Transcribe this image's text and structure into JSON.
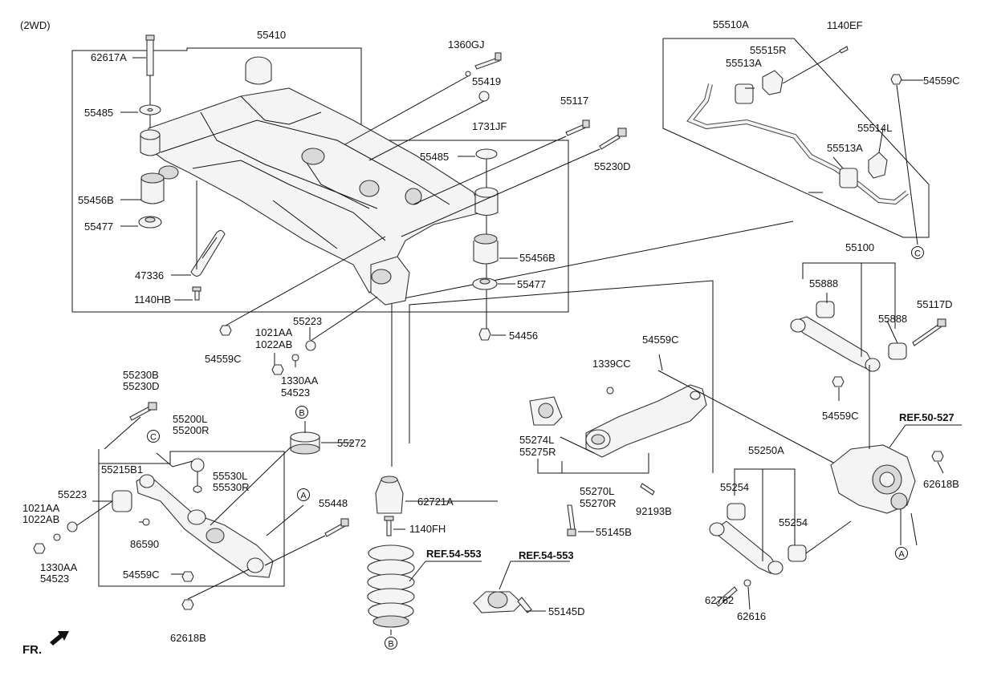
{
  "header": {
    "variant": "(2WD)"
  },
  "footer": {
    "front_marker": "FR."
  },
  "labels": [
    {
      "id": "l1",
      "text": "55410"
    },
    {
      "id": "l2",
      "text": "62617A"
    },
    {
      "id": "l3",
      "text": "55485"
    },
    {
      "id": "l4",
      "text": "55456B"
    },
    {
      "id": "l5",
      "text": "55477"
    },
    {
      "id": "l6",
      "text": "47336"
    },
    {
      "id": "l7",
      "text": "1140HB"
    },
    {
      "id": "l8",
      "text": "1360GJ"
    },
    {
      "id": "l9",
      "text": "55419"
    },
    {
      "id": "l10",
      "text": "1731JF"
    },
    {
      "id": "l11",
      "text": "55117"
    },
    {
      "id": "l12",
      "text": "55485"
    },
    {
      "id": "l13",
      "text": "55230D"
    },
    {
      "id": "l14",
      "text": "55456B"
    },
    {
      "id": "l15",
      "text": "55477"
    },
    {
      "id": "l16",
      "text": "54456"
    },
    {
      "id": "l17",
      "text": "54559C"
    },
    {
      "id": "l18",
      "text": "55223"
    },
    {
      "id": "l19",
      "text": "1021AA"
    },
    {
      "id": "l20",
      "text": "1022AB"
    },
    {
      "id": "l21",
      "text": "1330AA"
    },
    {
      "id": "l22",
      "text": "54523"
    },
    {
      "id": "l23",
      "text": "55510A"
    },
    {
      "id": "l24",
      "text": "1140EF"
    },
    {
      "id": "l25",
      "text": "55515R"
    },
    {
      "id": "l26",
      "text": "55513A"
    },
    {
      "id": "l27",
      "text": "54559C"
    },
    {
      "id": "l28",
      "text": "55514L"
    },
    {
      "id": "l29",
      "text": "55513A"
    },
    {
      "id": "l30",
      "text": "55100"
    },
    {
      "id": "l31",
      "text": "55888"
    },
    {
      "id": "l32",
      "text": "55117D"
    },
    {
      "id": "l33",
      "text": "55888"
    },
    {
      "id": "l34",
      "text": "54559C"
    },
    {
      "id": "l35",
      "text": "54559C"
    },
    {
      "id": "l36",
      "text": "1339CC"
    },
    {
      "id": "l37",
      "text": "55274L"
    },
    {
      "id": "l38",
      "text": "55275R"
    },
    {
      "id": "l39",
      "text": "55270L"
    },
    {
      "id": "l40",
      "text": "55270R"
    },
    {
      "id": "l41",
      "text": "92193B"
    },
    {
      "id": "l42",
      "text": "55145B"
    },
    {
      "id": "l43",
      "text": "55250A"
    },
    {
      "id": "l44",
      "text": "55254"
    },
    {
      "id": "l45",
      "text": "55254"
    },
    {
      "id": "l46",
      "text": "62618B"
    },
    {
      "id": "l47",
      "text": "62762"
    },
    {
      "id": "l48",
      "text": "62616"
    },
    {
      "id": "l49",
      "text": "55230B"
    },
    {
      "id": "l50",
      "text": "55230D"
    },
    {
      "id": "l51",
      "text": "55200L"
    },
    {
      "id": "l52",
      "text": "55200R"
    },
    {
      "id": "l53",
      "text": "55272"
    },
    {
      "id": "l54",
      "text": "55215B1"
    },
    {
      "id": "l55",
      "text": "55530L"
    },
    {
      "id": "l56",
      "text": "55530R"
    },
    {
      "id": "l57",
      "text": "55223"
    },
    {
      "id": "l58",
      "text": "1021AA"
    },
    {
      "id": "l59",
      "text": "1022AB"
    },
    {
      "id": "l60",
      "text": "86590"
    },
    {
      "id": "l61",
      "text": "1330AA"
    },
    {
      "id": "l62",
      "text": "54523"
    },
    {
      "id": "l63",
      "text": "54559C"
    },
    {
      "id": "l64",
      "text": "55448"
    },
    {
      "id": "l65",
      "text": "62618B"
    },
    {
      "id": "l66",
      "text": "62721A"
    },
    {
      "id": "l67",
      "text": "1140FH"
    },
    {
      "id": "l68",
      "text": "55145D"
    }
  ],
  "refs": [
    {
      "id": "r1",
      "text": "REF.50-527"
    },
    {
      "id": "r2",
      "text": "REF.54-553"
    },
    {
      "id": "r3",
      "text": "REF.54-553"
    }
  ],
  "callouts": [
    {
      "id": "c1",
      "text": "C"
    },
    {
      "id": "c2",
      "text": "B"
    },
    {
      "id": "c3",
      "text": "C"
    },
    {
      "id": "c4",
      "text": "A"
    },
    {
      "id": "c5",
      "text": "A"
    },
    {
      "id": "c6",
      "text": "B"
    }
  ]
}
